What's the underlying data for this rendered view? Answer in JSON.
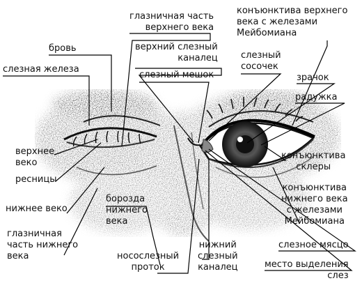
{
  "labels": {
    "brow": "бровь",
    "lacrimal_gland": "слезная железа",
    "upper_lid": "верхнее\nвеко",
    "lashes": "ресницы",
    "lower_lid": "нижнее веко",
    "orbital_part_lower_lid": "глазничная\nчасть нижнего\nвека",
    "orbital_part_upper_lid": "глазничная часть\nверхнего века",
    "upper_canaliculus": "верхний слезный\nканалец",
    "lacrimal_sac": "слезный мешок",
    "conjunctiva_upper_lid": "конъюнктива верхнего\nвека с железами\nМейбомиана",
    "lacrimal_papilla": "слезный\nсосочек",
    "pupil": "зрачок",
    "iris": "радужка",
    "conjunctiva_sclera": "конъюнктива\nсклеры",
    "conjunctiva_lower_lid": "конъюнктива\nнижнего века\nс железами\nМейбомиана",
    "lacrimal_caruncle": "слезное мясцо",
    "tear_exit": "место выделения\nслез",
    "lower_canaliculus": "нижний\nслезный\nканалец",
    "nasolacrimal_duct": "носослезный\nпроток",
    "lower_lid_furrow": "борозда\nнижнего\nвека"
  }
}
